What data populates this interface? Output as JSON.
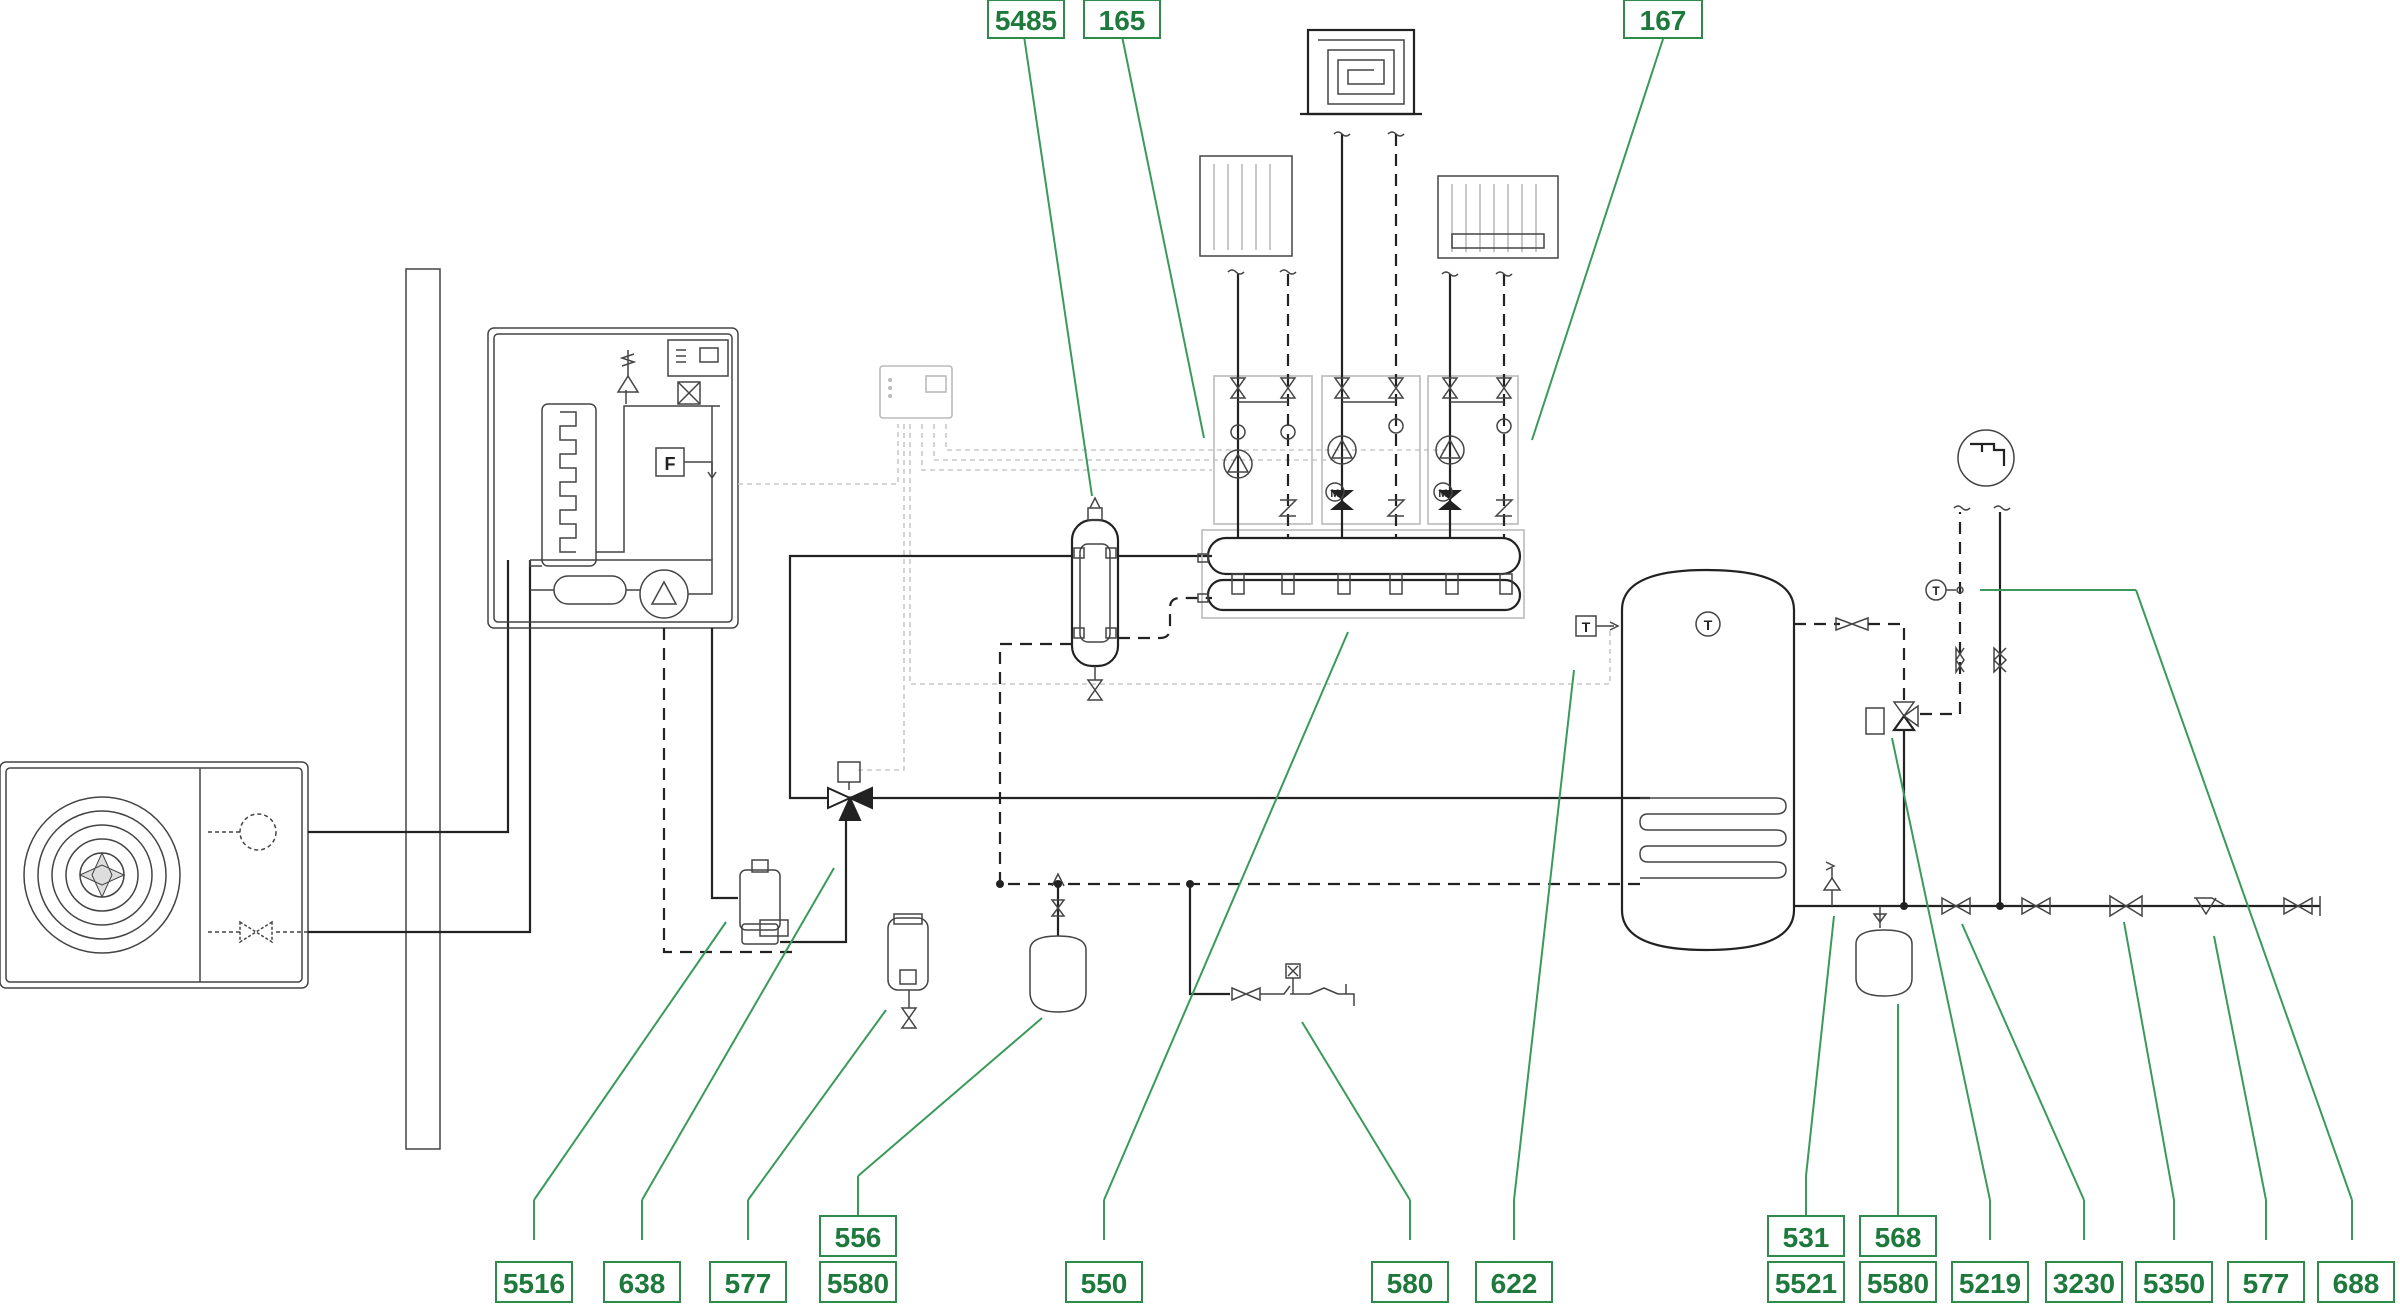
{
  "labels": {
    "l5485": "5485",
    "l165": "165",
    "l167": "167",
    "l5516": "5516",
    "l638": "638",
    "l577a": "577",
    "l556": "556",
    "l5580a": "5580",
    "l550": "550",
    "l580": "580",
    "l622": "622",
    "l531": "531",
    "l5521": "5521",
    "l568": "568",
    "l5580b": "5580",
    "l5219": "5219",
    "l3230": "3230",
    "l5350": "5350",
    "l577b": "577",
    "l688": "688"
  },
  "symbols": {
    "filter": "F",
    "temperature": "T",
    "motor": "M"
  },
  "colors": {
    "label_green": "#1e7a3c",
    "leader_green": "#3a9a5a",
    "line": "#222222"
  }
}
